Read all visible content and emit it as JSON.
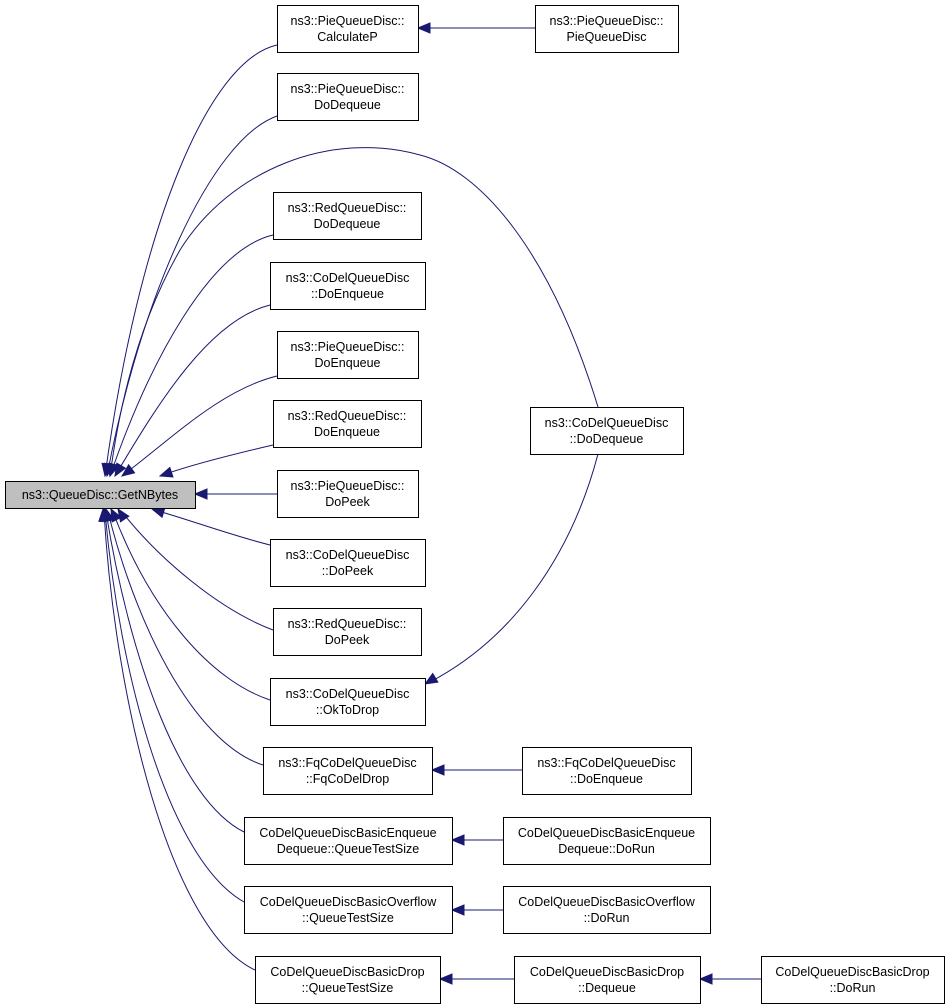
{
  "diagram": {
    "title": "",
    "colors": {
      "edge": "#191970",
      "root_fill": "#bfbfbf",
      "node_fill": "#ffffff",
      "border": "#000000"
    },
    "root": {
      "id": "root",
      "lines": [
        "ns3::QueueDisc::GetNBytes"
      ]
    },
    "nodes": [
      {
        "id": "pie_calcp",
        "lines": [
          "ns3::PieQueueDisc::",
          "CalculateP"
        ]
      },
      {
        "id": "pie_ctor",
        "lines": [
          "ns3::PieQueueDisc::",
          "PieQueueDisc"
        ]
      },
      {
        "id": "pie_deq",
        "lines": [
          "ns3::PieQueueDisc::",
          "DoDequeue"
        ]
      },
      {
        "id": "red_deq",
        "lines": [
          "ns3::RedQueueDisc::",
          "DoDequeue"
        ]
      },
      {
        "id": "codel_enq",
        "lines": [
          "ns3::CoDelQueueDisc",
          "::DoEnqueue"
        ]
      },
      {
        "id": "pie_enq",
        "lines": [
          "ns3::PieQueueDisc::",
          "DoEnqueue"
        ]
      },
      {
        "id": "red_enq",
        "lines": [
          "ns3::RedQueueDisc::",
          "DoEnqueue"
        ]
      },
      {
        "id": "codel_deq",
        "lines": [
          "ns3::CoDelQueueDisc",
          "::DoDequeue"
        ]
      },
      {
        "id": "pie_peek",
        "lines": [
          "ns3::PieQueueDisc::",
          "DoPeek"
        ]
      },
      {
        "id": "codel_peek",
        "lines": [
          "ns3::CoDelQueueDisc",
          "::DoPeek"
        ]
      },
      {
        "id": "red_peek",
        "lines": [
          "ns3::RedQueueDisc::",
          "DoPeek"
        ]
      },
      {
        "id": "codel_oktodrop",
        "lines": [
          "ns3::CoDelQueueDisc",
          "::OkToDrop"
        ]
      },
      {
        "id": "fq_drop",
        "lines": [
          "ns3::FqCoDelQueueDisc",
          "::FqCoDelDrop"
        ]
      },
      {
        "id": "fq_enq",
        "lines": [
          "ns3::FqCoDelQueueDisc",
          "::DoEnqueue"
        ]
      },
      {
        "id": "test_enqdeq_size",
        "lines": [
          "CoDelQueueDiscBasicEnqueue",
          "Dequeue::QueueTestSize"
        ]
      },
      {
        "id": "test_enqdeq_run",
        "lines": [
          "CoDelQueueDiscBasicEnqueue",
          "Dequeue::DoRun"
        ]
      },
      {
        "id": "test_overflow_size",
        "lines": [
          "CoDelQueueDiscBasicOverflow",
          "::QueueTestSize"
        ]
      },
      {
        "id": "test_overflow_run",
        "lines": [
          "CoDelQueueDiscBasicOverflow",
          "::DoRun"
        ]
      },
      {
        "id": "test_drop_size",
        "lines": [
          "CoDelQueueDiscBasicDrop",
          "::QueueTestSize"
        ]
      },
      {
        "id": "test_drop_deq",
        "lines": [
          "CoDelQueueDiscBasicDrop",
          "::Dequeue"
        ]
      },
      {
        "id": "test_drop_run",
        "lines": [
          "CoDelQueueDiscBasicDrop",
          "::DoRun"
        ]
      }
    ],
    "edges": [
      {
        "from": "pie_calcp",
        "to": "root"
      },
      {
        "from": "pie_deq",
        "to": "root"
      },
      {
        "from": "codel_deq",
        "to": "root"
      },
      {
        "from": "red_deq",
        "to": "root"
      },
      {
        "from": "codel_enq",
        "to": "root"
      },
      {
        "from": "pie_enq",
        "to": "root"
      },
      {
        "from": "red_enq",
        "to": "root"
      },
      {
        "from": "pie_peek",
        "to": "root"
      },
      {
        "from": "codel_peek",
        "to": "root"
      },
      {
        "from": "red_peek",
        "to": "root"
      },
      {
        "from": "codel_oktodrop",
        "to": "root"
      },
      {
        "from": "fq_drop",
        "to": "root"
      },
      {
        "from": "test_enqdeq_size",
        "to": "root"
      },
      {
        "from": "test_overflow_size",
        "to": "root"
      },
      {
        "from": "test_drop_size",
        "to": "root"
      },
      {
        "from": "pie_ctor",
        "to": "pie_calcp"
      },
      {
        "from": "codel_deq",
        "to": "codel_oktodrop"
      },
      {
        "from": "fq_enq",
        "to": "fq_drop"
      },
      {
        "from": "test_enqdeq_run",
        "to": "test_enqdeq_size"
      },
      {
        "from": "test_overflow_run",
        "to": "test_overflow_size"
      },
      {
        "from": "test_drop_deq",
        "to": "test_drop_size"
      },
      {
        "from": "test_drop_run",
        "to": "test_drop_deq"
      }
    ]
  }
}
